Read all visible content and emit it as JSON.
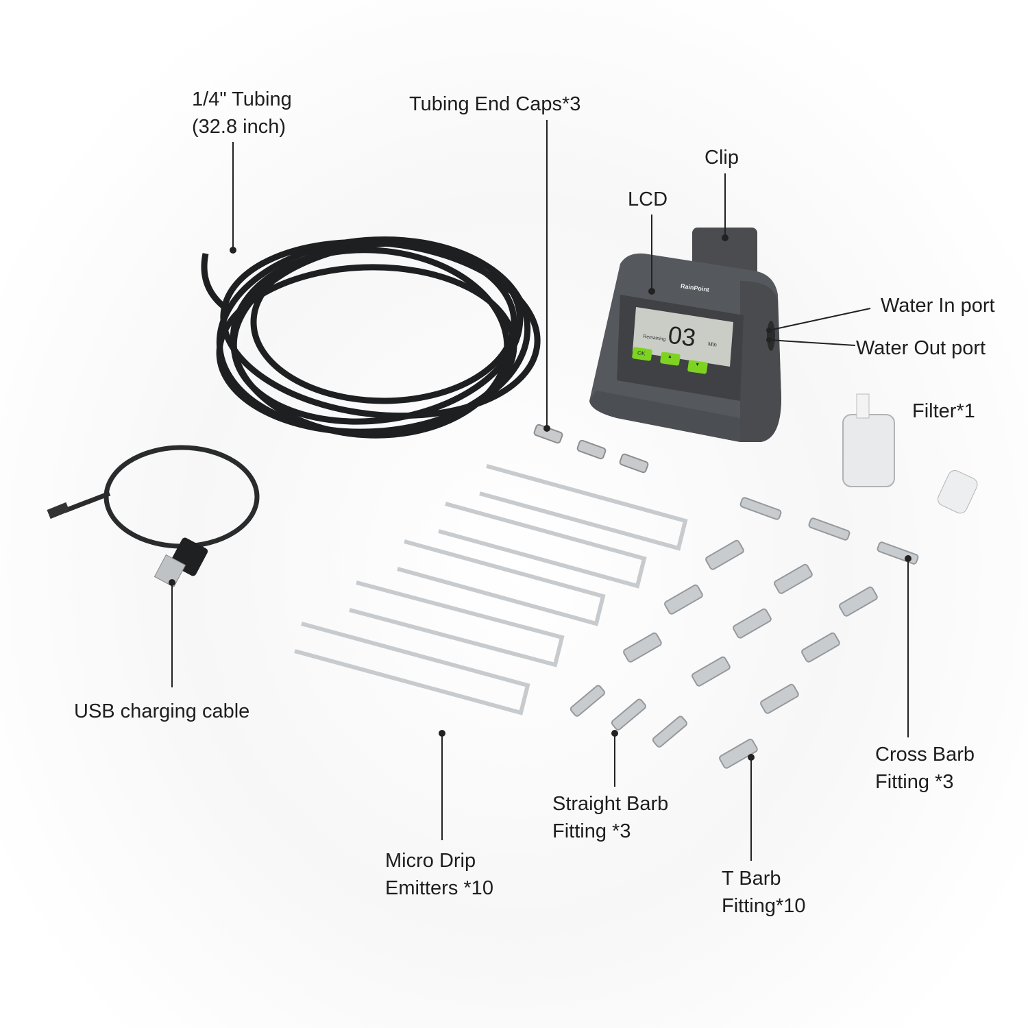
{
  "labels": {
    "tubing": {
      "line1": "1/4\" Tubing",
      "line2": "(32.8 inch)"
    },
    "end_caps": "Tubing End Caps*3",
    "clip": "Clip",
    "lcd": "LCD",
    "water_in": "Water In port",
    "water_out": "Water Out port",
    "filter": "Filter*1",
    "usb": "USB charging cable",
    "emitters": {
      "line1": "Micro Drip",
      "line2": "Emitters *10"
    },
    "straight": {
      "line1": "Straight Barb",
      "line2": "Fitting *3"
    },
    "t_barb": {
      "line1": "T Barb",
      "line2": "Fitting*10"
    },
    "cross": {
      "line1": "Cross Barb",
      "line2": "Fitting *3"
    }
  },
  "device": {
    "brand": "RainPoint",
    "display_value": "03",
    "display_left": "Remaining",
    "display_unit": "Min",
    "buttons": {
      "ok": "OK",
      "up": "▲",
      "down": "▼"
    },
    "button_color": "#7ed321",
    "body_color": "#55585c"
  }
}
